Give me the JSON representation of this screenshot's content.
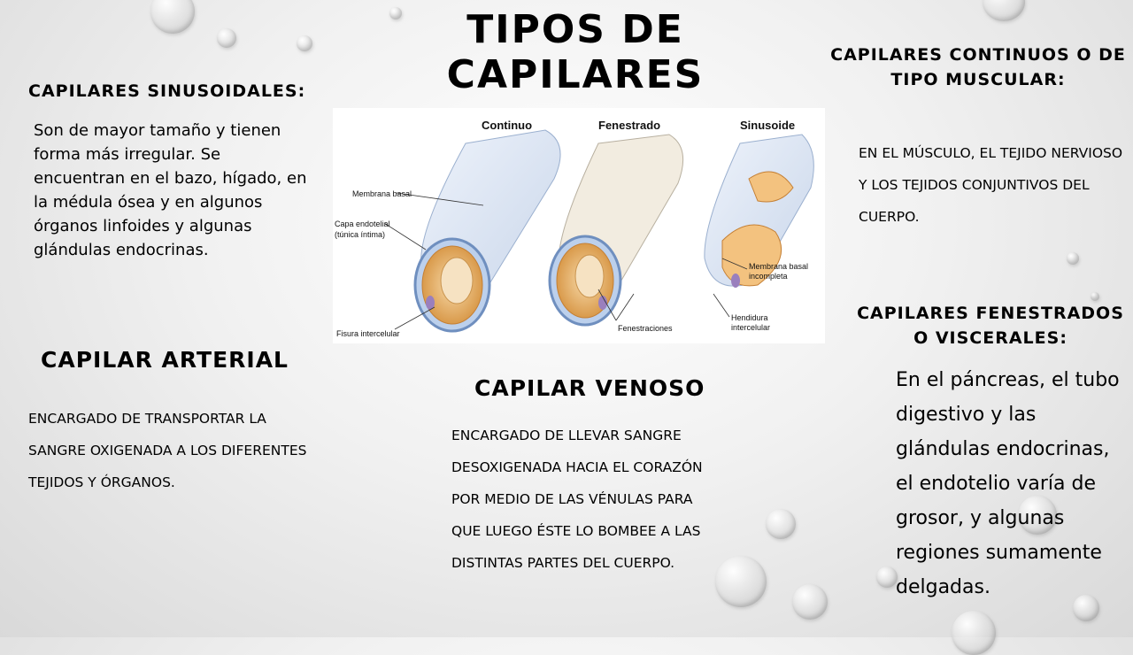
{
  "title": "Tipos de capilares",
  "sinusoidales": {
    "heading": "Capilares sinusoidales:",
    "body": "Son de mayor tamaño y tienen forma más irregular. Se encuentran en el bazo, hígado, en la médula ósea y en algunos órganos linfoides y algunas glándulas endocrinas."
  },
  "continuos": {
    "heading": "Capilares continuos o de tipo muscular:",
    "body": "En el músculo, el tejido nervioso y los tejidos conjuntivos del cuerpo."
  },
  "fenestrados": {
    "heading": "Capilares fenestrados o viscerales:",
    "body": "En el páncreas, el tubo digestivo y las glándulas endocrinas, el endotelio varía de grosor, y algunas regiones sumamente delgadas."
  },
  "arterial": {
    "heading": "Capilar arterial",
    "body": "Encargado de transportar la sangre oxigenada a los diferentes tejidos y órganos."
  },
  "venoso": {
    "heading": "Capilar venoso",
    "body": "Encargado de llevar sangre desoxigenada hacia el corazón por medio de las vénulas para que luego éste lo bombee a las distintas partes del cuerpo."
  },
  "diagram": {
    "col_continuo": "Continuo",
    "col_fenestrado": "Fenestrado",
    "col_sinusoide": "Sinusoide",
    "membrana_basal": "Membrana basal",
    "capa_endotelial_1": "Capa endotelial",
    "capa_endotelial_2": "(túnica íntima)",
    "fisura": "Fisura intercelular",
    "fenestraciones": "Fenestraciones",
    "membrana_incompleta_1": "Membrana basal",
    "membrana_incompleta_2": "incompleta",
    "hendidura_1": "Hendidura",
    "hendidura_2": "intercelular"
  }
}
